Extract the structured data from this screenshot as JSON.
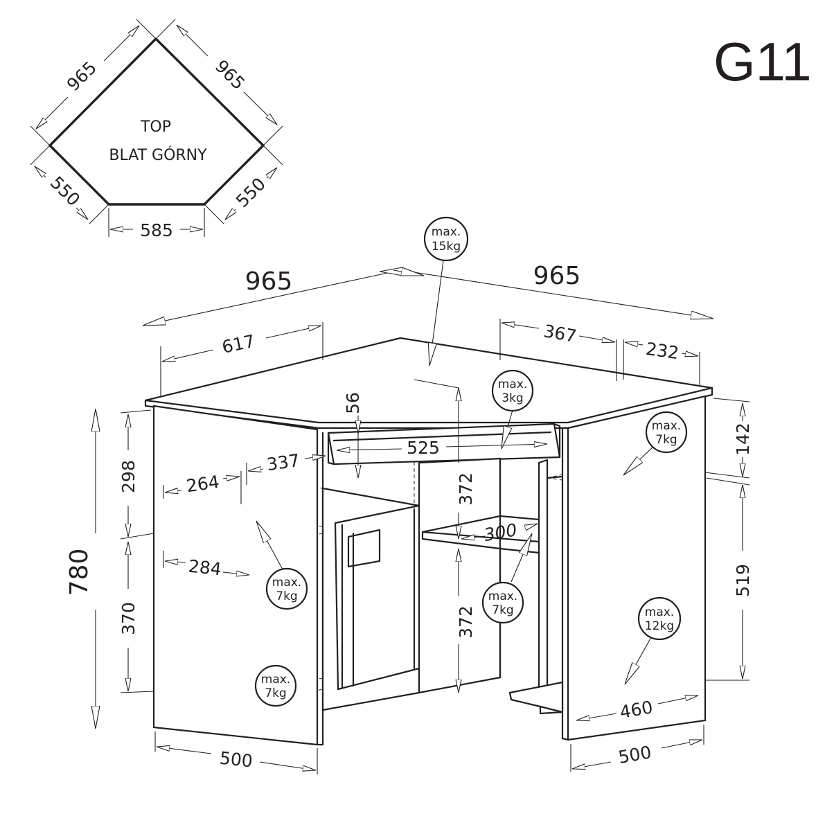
{
  "product_code": "G11",
  "top_view": {
    "label_line1": "TOP",
    "label_line2": "BLAT GÓRNY",
    "dims": {
      "upper_left": "965",
      "upper_right": "965",
      "lower_left": "550",
      "lower_right": "550",
      "front": "585"
    }
  },
  "dimensions": {
    "width_left": "965",
    "width_right": "965",
    "left_offset": "617",
    "right_offset": "367",
    "right_end": "232",
    "keyboard_depth": "56",
    "keyboard_width": "525",
    "left_shelf_depth_a": "264",
    "left_shelf_depth_b": "337",
    "left_shelf_depth_c": "284",
    "left_upper_height": "298",
    "left_lower_height": "370",
    "total_height": "780",
    "middle_upper_height": "372",
    "middle_lower_height": "372",
    "middle_shelf_width": "300",
    "right_upper_height": "142",
    "right_lower_height": "519",
    "right_shelf_width": "460",
    "base_left": "500",
    "base_right": "500"
  },
  "loads": [
    {
      "line1": "max.",
      "line2": "15kg"
    },
    {
      "line1": "max.",
      "line2": "3kg"
    },
    {
      "line1": "max.",
      "line2": "7kg"
    },
    {
      "line1": "max.",
      "line2": "7kg"
    },
    {
      "line1": "max.",
      "line2": "7kg"
    },
    {
      "line1": "max.",
      "line2": "7kg"
    },
    {
      "line1": "max.",
      "line2": "12kg"
    }
  ]
}
